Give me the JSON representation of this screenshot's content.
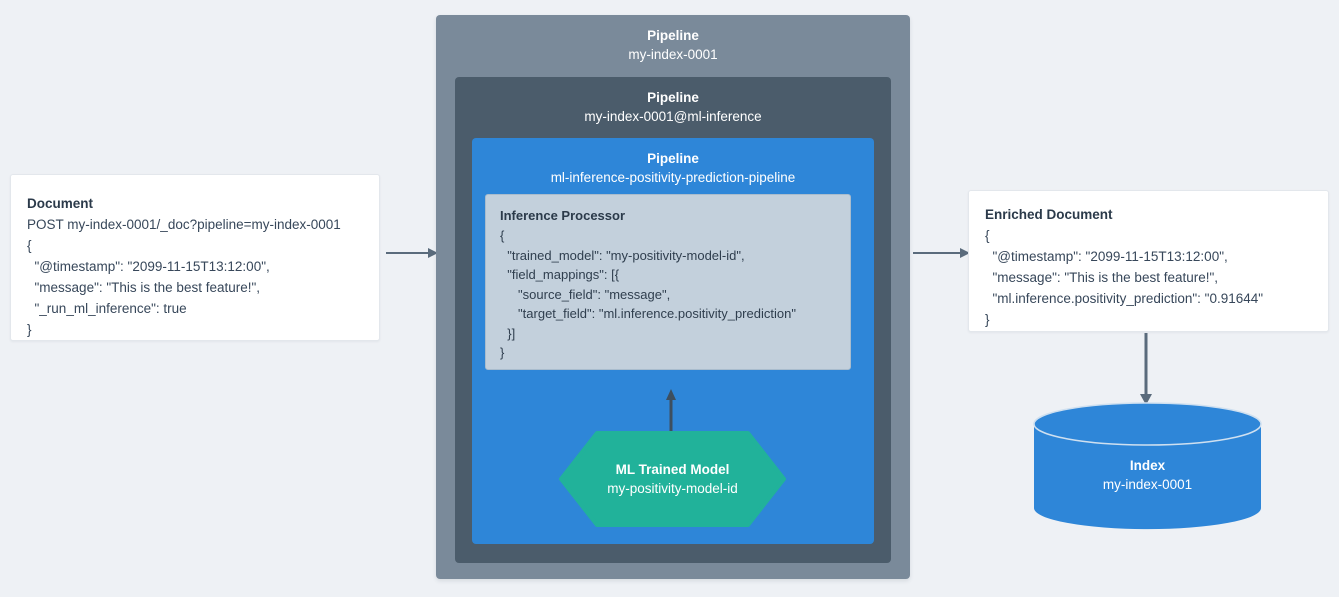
{
  "document_card": {
    "title": "Document",
    "lines": [
      "POST my-index-0001/_doc?pipeline=my-index-0001",
      "{",
      "  \"@timestamp\": \"2099-11-15T13:12:00\",",
      "  \"message\": \"This is the best feature!\",",
      "  \"_run_ml_inference\": true",
      "}"
    ]
  },
  "pipeline_outer": {
    "label": "Pipeline",
    "value": "my-index-0001",
    "color": "#7a8a9a"
  },
  "pipeline_middle": {
    "label": "Pipeline",
    "value": "my-index-0001@ml-inference",
    "color": "#4b5c6b"
  },
  "pipeline_inner": {
    "label": "Pipeline",
    "value": "ml-inference-positivity-prediction-pipeline",
    "color": "#2e86d8"
  },
  "inference_processor": {
    "title": "Inference Processor",
    "color": "#c3d0dc",
    "lines": [
      "{",
      "  \"trained_model\": \"my-positivity-model-id\",",
      "  \"field_mappings\": [{",
      "     \"source_field\": \"message\",",
      "     \"target_field\": \"ml.inference.positivity_prediction\"",
      "  }]",
      "}"
    ]
  },
  "ml_trained_model": {
    "label": "ML Trained Model",
    "value": "my-positivity-model-id",
    "color": "#21b29a"
  },
  "enriched_card": {
    "title": "Enriched Document",
    "lines": [
      "{",
      "  \"@timestamp\": \"2099-11-15T13:12:00\",",
      "  \"message\": \"This is the best feature!\",",
      "  \"ml.inference.positivity_prediction\": \"0.91644\"",
      "}"
    ]
  },
  "index_store": {
    "label": "Index",
    "value": "my-index-0001",
    "color": "#2e86d8"
  },
  "arrows": {
    "doc_to_pipeline": "arrow-right",
    "pipeline_to_enriched": "arrow-right",
    "enriched_to_index": "arrow-down",
    "model_to_processor": "arrow-up",
    "color": "#5a6b7c"
  }
}
